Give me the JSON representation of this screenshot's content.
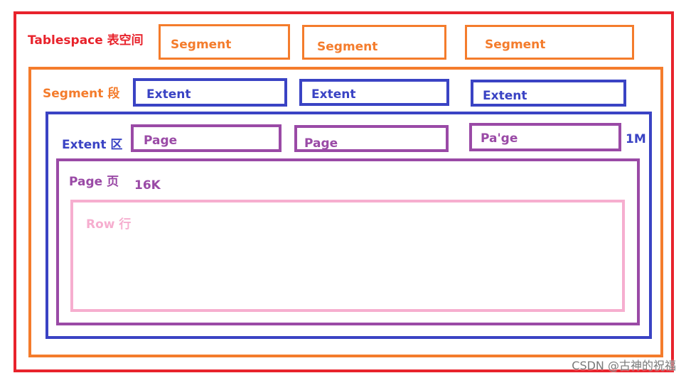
{
  "tablespace": {
    "label": "Tablespace 表空间"
  },
  "segments": [
    "Segment",
    "Segment",
    "Segment"
  ],
  "segment": {
    "label": "Segment 段"
  },
  "extents": [
    "Extent",
    "Extent",
    "Extent"
  ],
  "extent": {
    "label": "Extent 区",
    "size": "1M"
  },
  "pages": [
    "Page",
    "Page",
    "Pa'ge"
  ],
  "page": {
    "label": "Page 页",
    "size": "16K"
  },
  "row": {
    "label": "Row 行"
  },
  "watermark": "CSDN @古神的祝福",
  "colors": {
    "tablespace": "#e8232c",
    "segment": "#f47c2c",
    "extent": "#3a43c4",
    "page": "#9a4aa6",
    "row": "#f6aecf"
  }
}
